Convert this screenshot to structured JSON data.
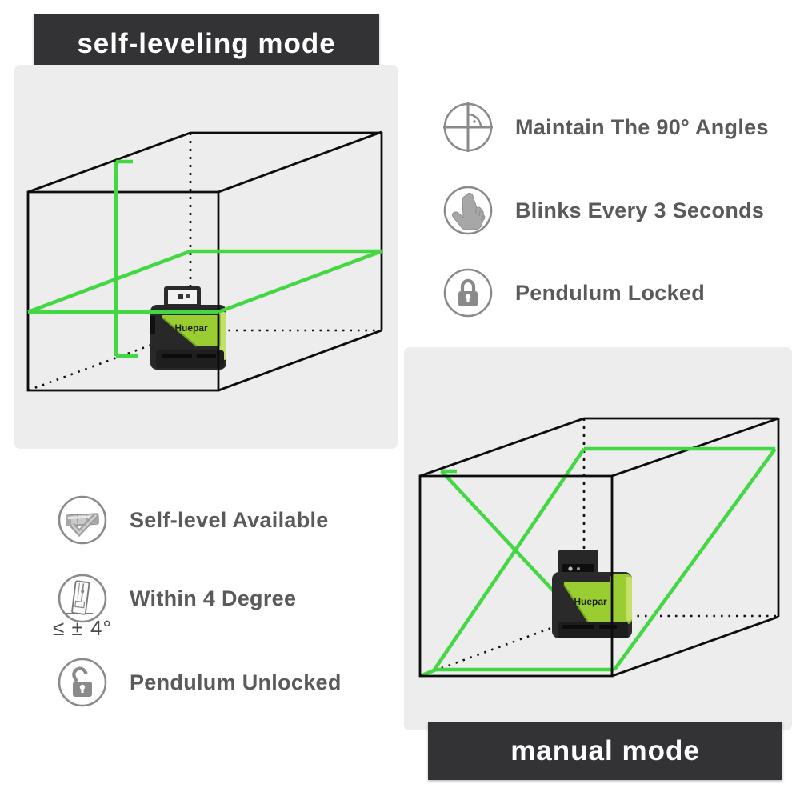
{
  "banners": {
    "self_leveling": "self-leveling mode",
    "manual": "manual mode"
  },
  "brand": "Huepar",
  "features_self_leveling": [
    {
      "icon": "angle-90-icon",
      "label": "Maintain The 90° Angles"
    },
    {
      "icon": "tap-hand-icon",
      "label": "Blinks Every 3 Seconds"
    },
    {
      "icon": "lock-closed-icon",
      "label": "Pendulum Locked"
    }
  ],
  "features_manual": [
    {
      "icon": "level-vial-check-icon",
      "label": "Self-level Available"
    },
    {
      "icon": "tilted-device-icon",
      "label": "Within 4 Degree",
      "note": "≤ ± 4°"
    },
    {
      "icon": "lock-open-icon",
      "label": "Pendulum Unlocked"
    }
  ],
  "colors": {
    "laser_green": "#43d843",
    "device_green": "#9acd32",
    "device_green_light": "#c3e06a",
    "panel_gray": "#ededed",
    "banner_bg": "#333336",
    "text_gray": "#5a5a5a",
    "line_black": "#0d0d0d"
  }
}
